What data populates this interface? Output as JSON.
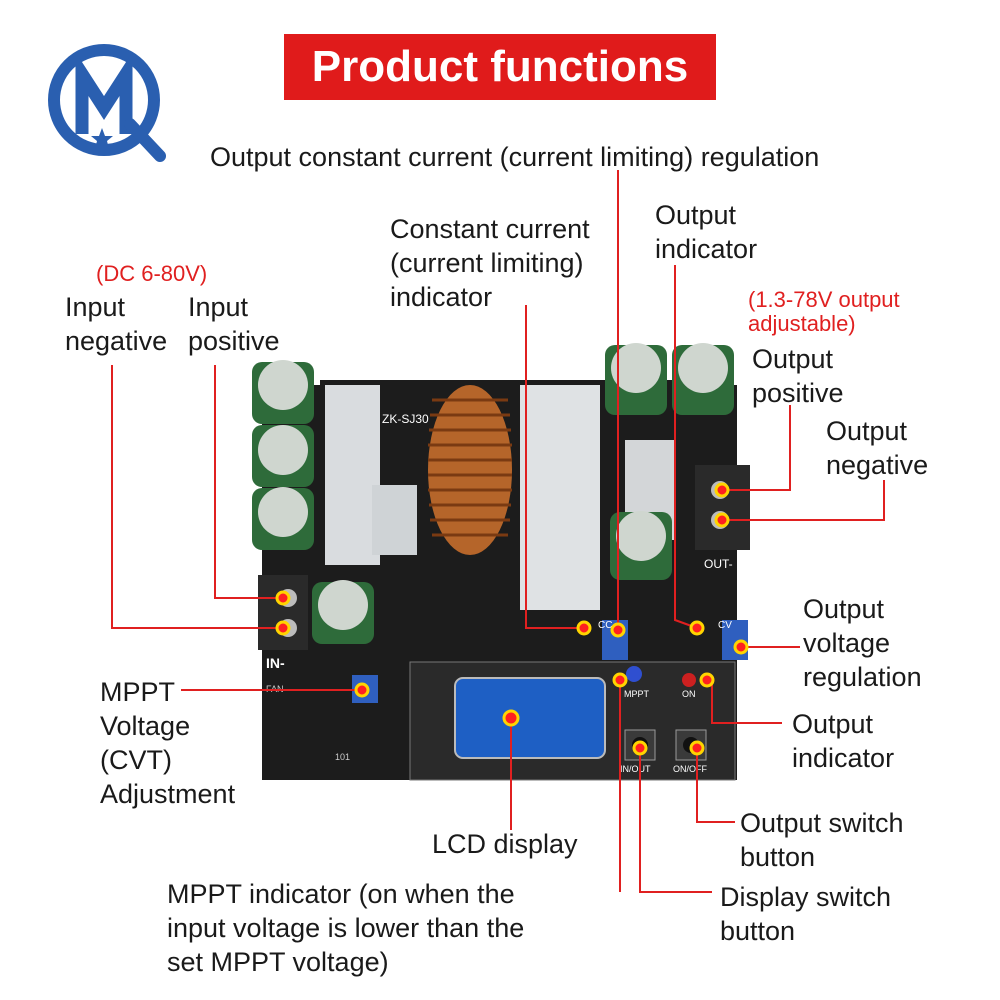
{
  "title": "Product functions",
  "board_text": {
    "model": "ZK-SJ30",
    "in_minus": "IN-",
    "out_minus": "OUT-",
    "mppt": "MPPT",
    "on": "ON",
    "cc": "CC",
    "cv": "CV",
    "in_out_btn": "IN/OUT",
    "on_off_btn": "ON/OFF",
    "inductor": "101",
    "fan": "FAN"
  },
  "labels": {
    "out_cc_regulation": "Output constant current (current limiting) regulation",
    "cc_indicator": [
      "Constant current",
      "(current limiting)",
      "indicator"
    ],
    "output_indicator_top": [
      "Output",
      "indicator"
    ],
    "input_range": "(DC 6-80V)",
    "input_negative": [
      "Input",
      "negative"
    ],
    "input_positive": [
      "Input",
      "positive"
    ],
    "output_range": [
      "(1.3-78V output",
      "adjustable)"
    ],
    "output_positive": [
      "Output",
      "positive"
    ],
    "output_negative": [
      "Output",
      "negative"
    ],
    "output_voltage_regulation": [
      "Output",
      "voltage",
      "regulation"
    ],
    "output_indicator_right": [
      "Output",
      "indicator"
    ],
    "mppt_adjust": [
      "MPPT",
      "Voltage",
      "(CVT)",
      "Adjustment"
    ],
    "lcd_display": "LCD display",
    "mppt_indicator": [
      "MPPT indicator (on when the",
      "input voltage is lower than the",
      "set MPPT voltage)"
    ],
    "output_switch_button": [
      "Output switch",
      "button"
    ],
    "display_switch_button": [
      "Display switch",
      "button"
    ]
  },
  "colors": {
    "title_bg": "#e01b1b",
    "callout_line": "#e02020",
    "board": "#1c1c1c",
    "lcd": "#1e5fc4",
    "logo": "#2a5fb0"
  }
}
